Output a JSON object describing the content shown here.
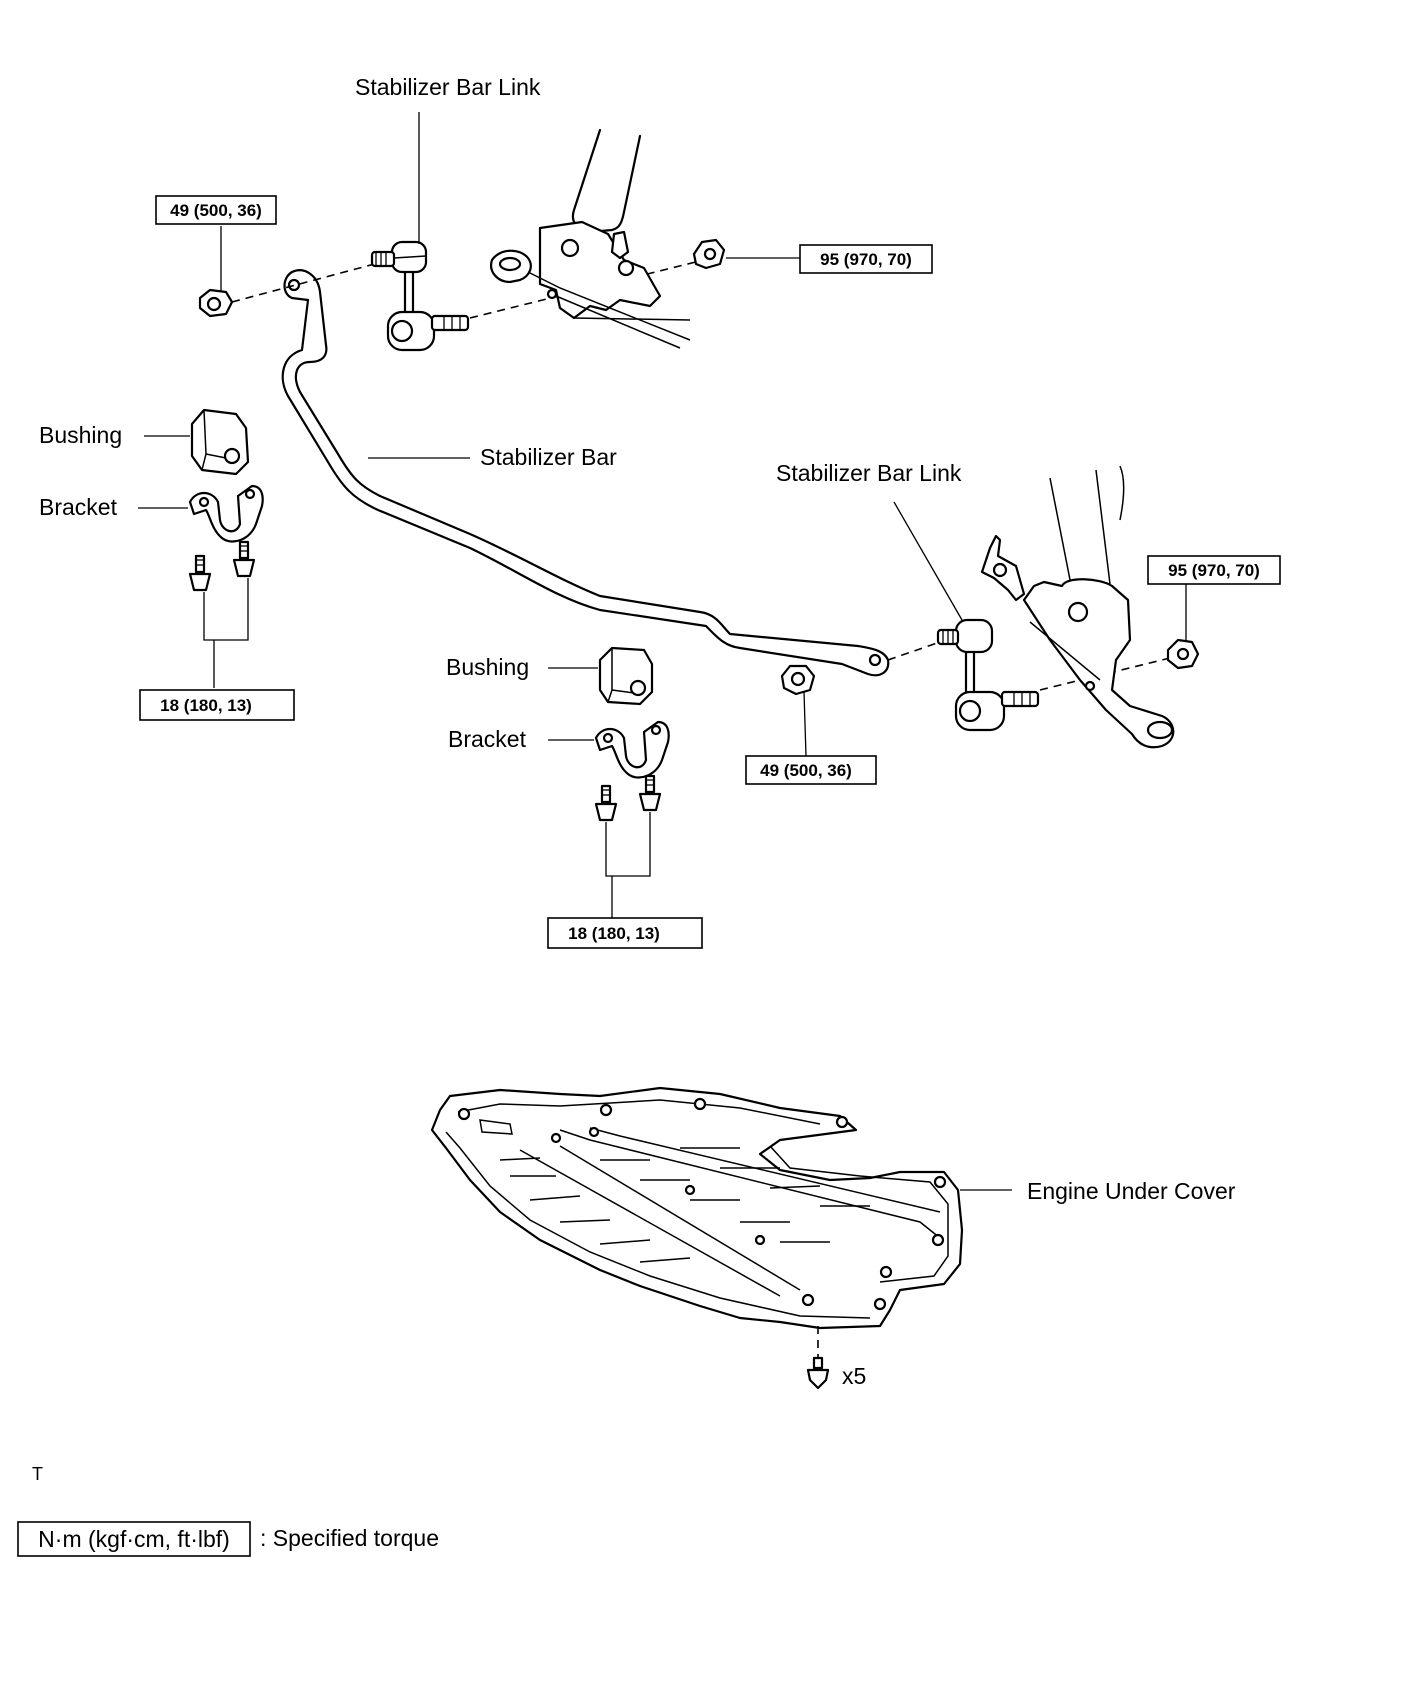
{
  "labels": {
    "stabilizer_bar_link_top": "Stabilizer Bar Link",
    "stabilizer_bar_link_right": "Stabilizer Bar Link",
    "stabilizer_bar": "Stabilizer Bar",
    "bushing_left": "Bushing",
    "bracket_left": "Bracket",
    "bushing_center": "Bushing",
    "bracket_center": "Bracket",
    "engine_under_cover": "Engine Under Cover",
    "fastener_count": "x5",
    "corner_mark": "T"
  },
  "torques": {
    "link_nut_top_left": "49 (500, 36)",
    "link_nut_top_right": "95 (970, 70)",
    "link_nut_right": "95 (970, 70)",
    "link_nut_center": "49 (500, 36)",
    "bracket_bolts_left": "18 (180, 13)",
    "bracket_bolts_center": "18 (180, 13)"
  },
  "legend": {
    "unit": "N·m (kgf·cm, ft·lbf)",
    "description": ": Specified torque"
  }
}
